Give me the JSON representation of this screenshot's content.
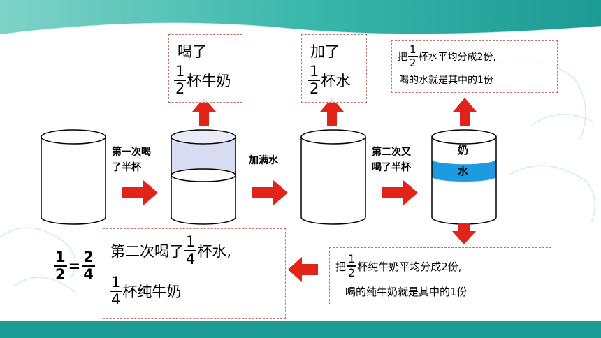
{
  "box1": {
    "verb": "喝了",
    "num": "1",
    "den": "2",
    "rest": "杯牛奶"
  },
  "box2": {
    "verb": "加了",
    "num": "1",
    "den": "2",
    "rest": "杯水"
  },
  "box3": {
    "pre": "把",
    "num": "1",
    "den": "2",
    "mid": "杯水平均分成2份,",
    "line2": "喝的水就是其中的1份"
  },
  "step1": {
    "line1": "第一次喝",
    "line2": "了半杯"
  },
  "step2": {
    "line1": "加满水"
  },
  "step3": {
    "line1": "第二次又",
    "line2": "喝了半杯"
  },
  "cup4": {
    "milk": "奶",
    "water": "水"
  },
  "box4": {
    "pre": "把",
    "num": "1",
    "den": "2",
    "mid": "杯纯牛奶平均分成2份,",
    "line2": "喝的纯牛奶就是其中的1份"
  },
  "box5": {
    "pre": "第二次喝了",
    "num1": "1",
    "den1": "4",
    "mid": "杯水,",
    "num2": "1",
    "den2": "4",
    "rest": "杯纯牛奶"
  },
  "equation": {
    "lnum": "1",
    "lden": "2",
    "eq": "=",
    "rnum": "2",
    "rden": "4"
  },
  "colors": {
    "arrow": "#e2231a",
    "water": "#1c9be0",
    "air": "#d8dcf2",
    "teal": "#1c9a94"
  }
}
